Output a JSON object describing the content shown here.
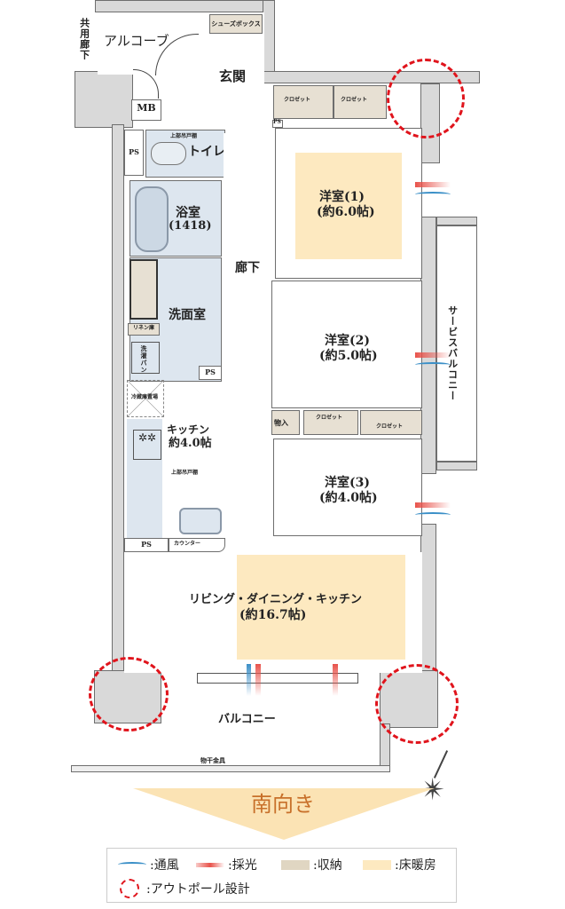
{
  "floorplan": {
    "orientation_label": "南向き",
    "corridor_label": "共用廊下",
    "rooms": {
      "alcove": "アルコーブ",
      "mb": "MB",
      "entrance": "玄関",
      "shoe_box": "シューズボックス",
      "ps_top": "PS",
      "toilet": "トイレ",
      "toilet_cabinet": "上部吊戸棚",
      "bath_name": "浴室",
      "bath_size": "(1418)",
      "hallway": "廊下",
      "washroom": "洗面室",
      "linen": "リネン庫",
      "laundry_pan": "洗濯パン",
      "ps_wash": "PS",
      "fridge": "冷蔵庫置場",
      "kitchen_name": "キッチン",
      "kitchen_size": "約4.0帖",
      "kitchen_cabinet": "上部吊戸棚",
      "ps_kitchen": "PS",
      "counter": "カウンター",
      "western1_name": "洋室(1)",
      "western1_size": "(約6.0帖)",
      "closet_a": "クロゼット",
      "closet_b": "クロゼット",
      "ps_small": "PS",
      "western2_name": "洋室(2)",
      "western2_size": "(約5.0帖)",
      "storage": "物入",
      "closet_c": "クロゼット",
      "closet_d": "クロゼット",
      "western3_name": "洋室(3)",
      "western3_size": "(約4.0帖)",
      "service_balcony": "サービスバルコニー",
      "ldk_name": "リビング・ダイニング・キッチン",
      "ldk_size": "(約16.7帖)",
      "balcony": "バルコニー",
      "drying_hardware": "物干金具"
    }
  },
  "legend": {
    "ventilation": ":通風",
    "daylight": ":採光",
    "storage": ":収納",
    "floor_heating": ":床暖房",
    "outpole": ":アウトポール設計"
  },
  "colors": {
    "wall": "#d9d9d9",
    "wet_area": "#dde6ef",
    "storage": "#e7e0d3",
    "floor_heating": "#fde9c0",
    "outpole": "#e0141c",
    "ventilation": "#3a8fc7",
    "daylight": "#e8524a",
    "south_text": "#c8702a"
  }
}
